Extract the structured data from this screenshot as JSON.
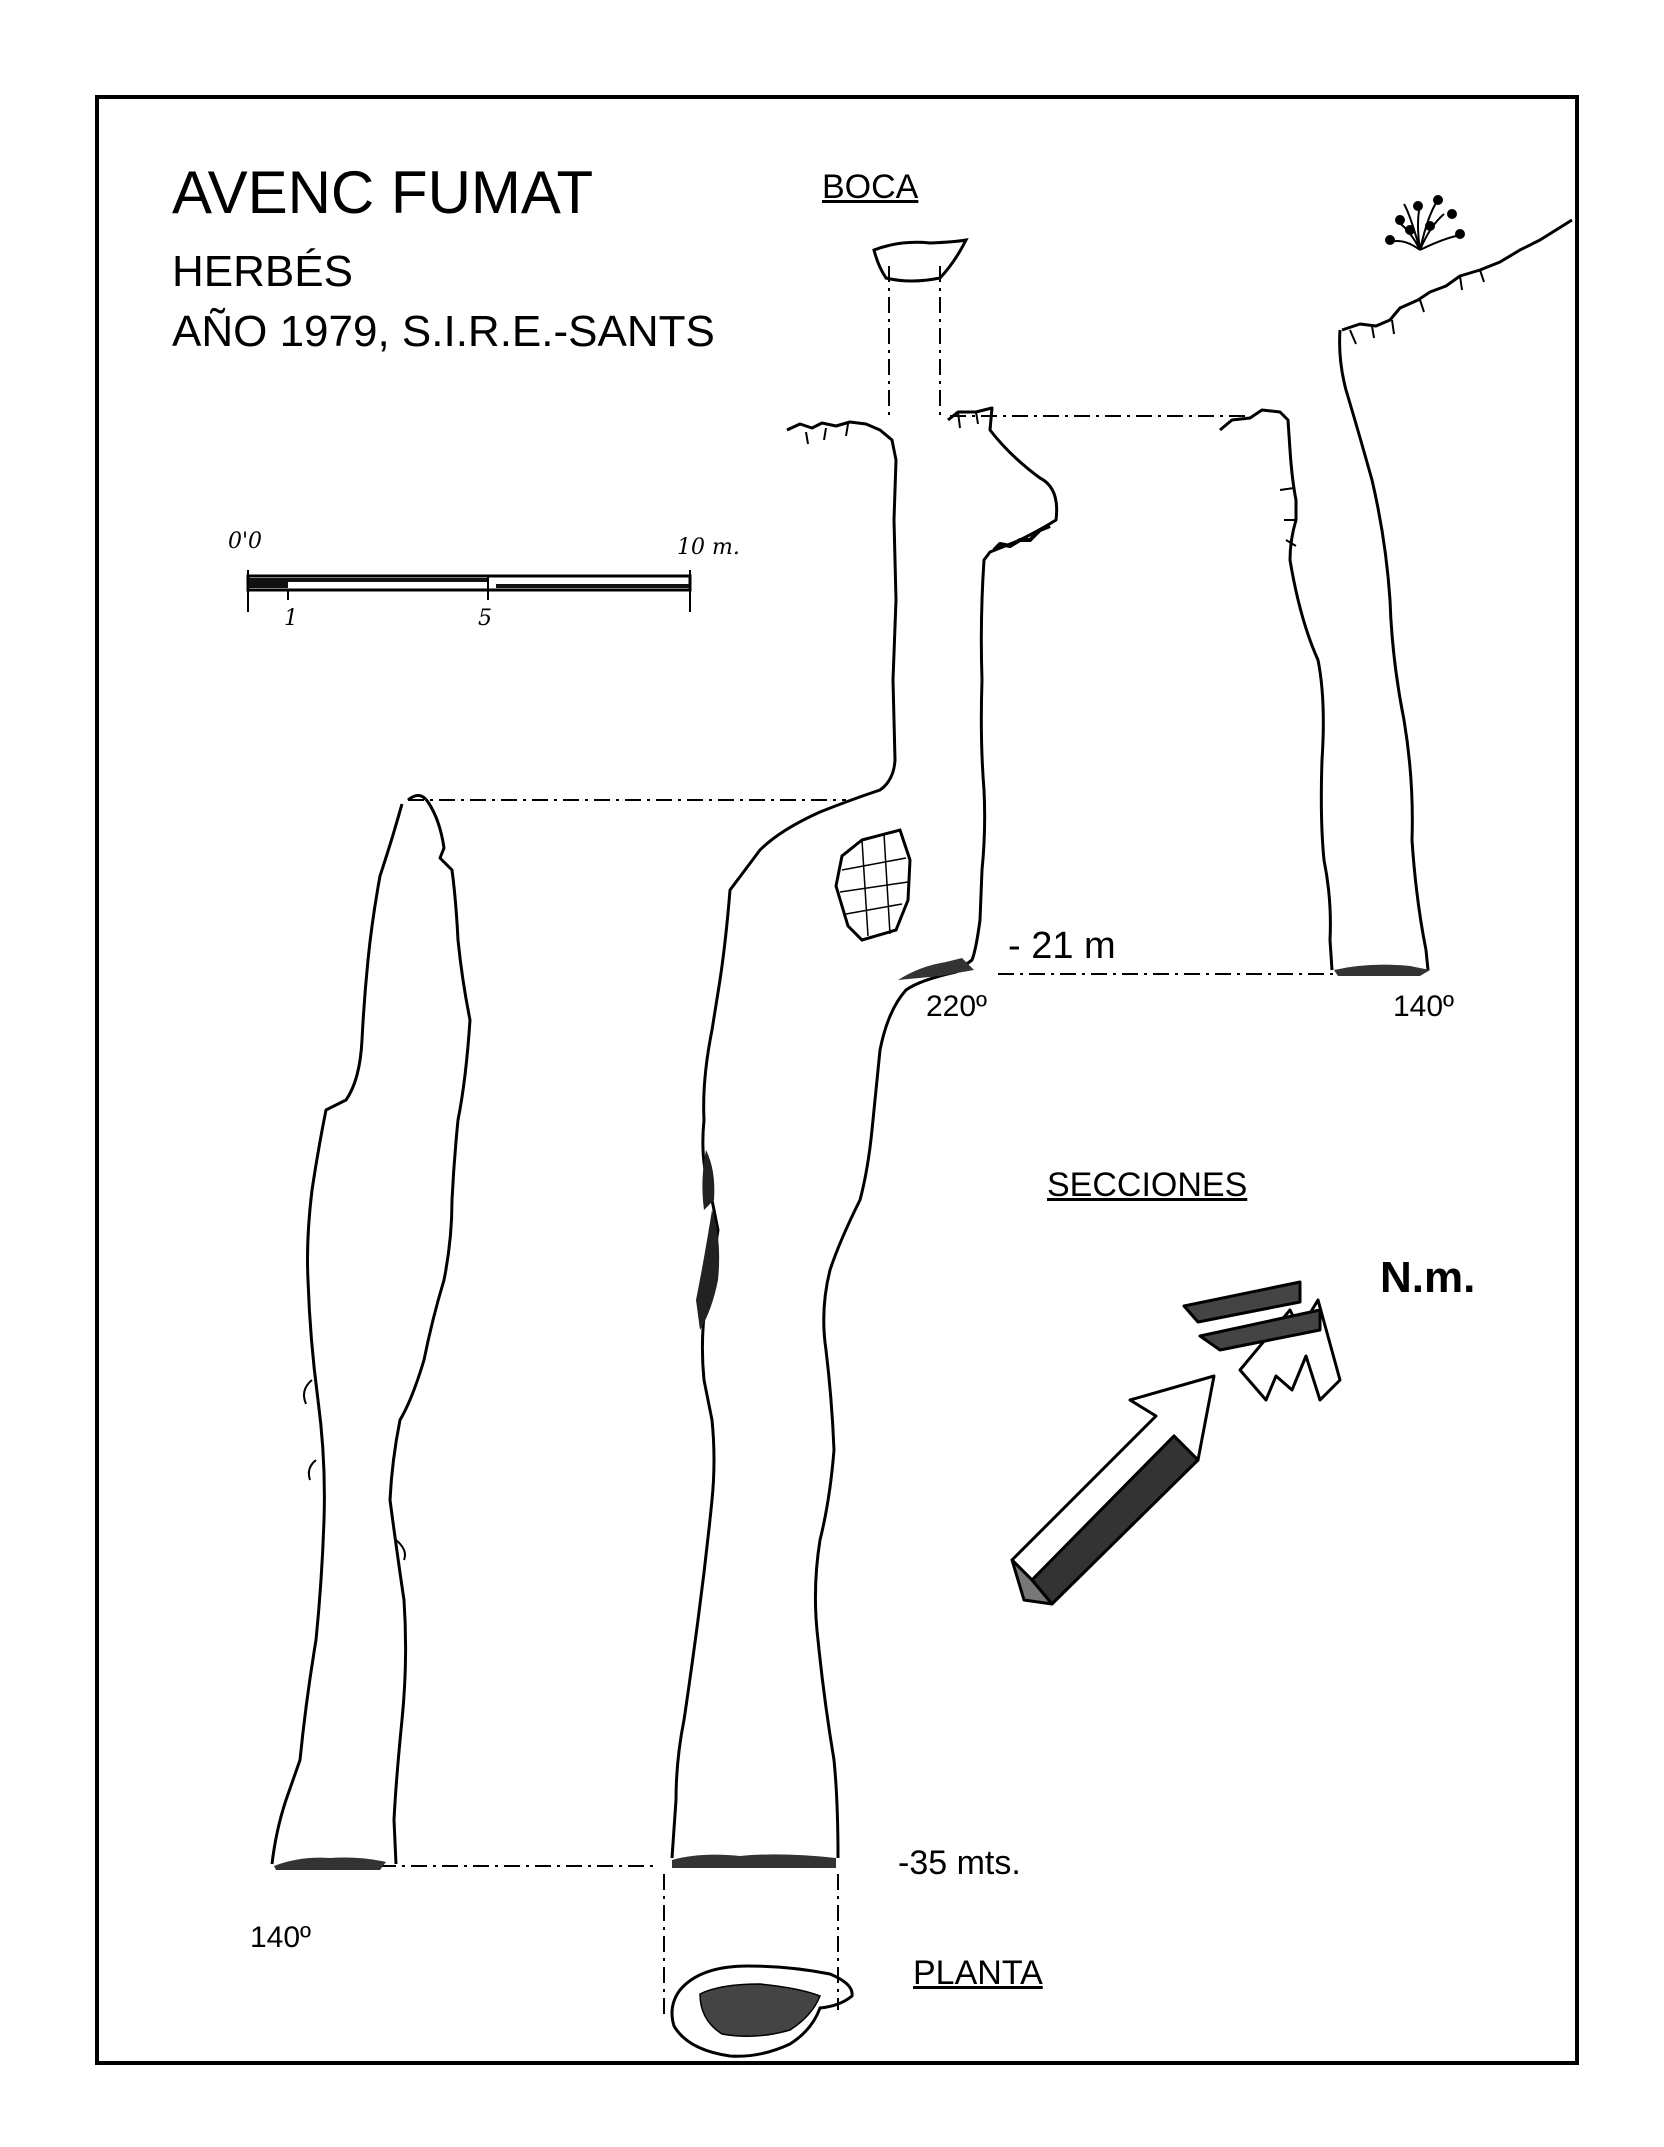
{
  "title": "AVENC FUMAT",
  "subtitle_line1": "HERBÉS",
  "subtitle_line2": "AÑO 1979, S.I.R.E.-SANTS",
  "labels": {
    "boca": "BOCA",
    "secciones": "SECCIONES",
    "planta": "PLANTA",
    "north": "N.m."
  },
  "scale": {
    "start": "0'0",
    "end": "10 m.",
    "mark_1": "1",
    "mark_5": "5"
  },
  "sections": {
    "right_depth": "- 21 m",
    "angle_220": "220º",
    "angle_140_right": "140º",
    "bottom_depth": "-35 mts.",
    "angle_140_left": "140º"
  }
}
